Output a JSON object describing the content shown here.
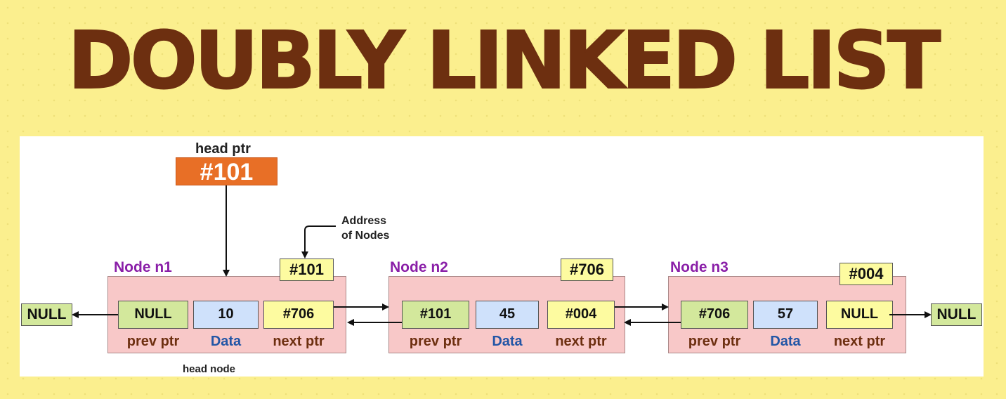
{
  "title": "DOUBLY LINKED LIST",
  "head_ptr": {
    "label": "head ptr",
    "value": "#101"
  },
  "annotation": {
    "line1": "Address",
    "line2": "of Nodes"
  },
  "head_node_label": "head node",
  "null_left": "NULL",
  "null_right": "NULL",
  "field_labels": {
    "prev": "prev ptr",
    "data": "Data",
    "next": "next ptr"
  },
  "nodes": [
    {
      "name": "Node n1",
      "address": "#101",
      "prev": "NULL",
      "data": "10",
      "next": "#706"
    },
    {
      "name": "Node n2",
      "address": "#706",
      "prev": "#101",
      "data": "45",
      "next": "#004"
    },
    {
      "name": "Node n3",
      "address": "#004",
      "prev": "#706",
      "data": "57",
      "next": "NULL"
    }
  ],
  "colors": {
    "title": "#6d2f10",
    "background": "#fbef8e",
    "head_box": "#e86f26",
    "node_fill": "#f8c8c8",
    "node_name": "#8a1fa8",
    "prev_cell": "#d3e89c",
    "data_cell": "#cfe1fb",
    "next_cell": "#fdfba0",
    "data_label": "#2356a6"
  }
}
